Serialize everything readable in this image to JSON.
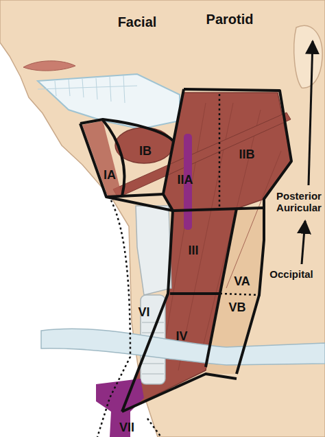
{
  "diagram": {
    "labels": [
      "Facial",
      "Parotid",
      "IA",
      "IB",
      "IIA",
      "IIB",
      "III",
      "VA",
      "VB",
      "VI",
      "IV",
      "VII",
      "Posterior Auricular",
      "Occipital"
    ]
  }
}
